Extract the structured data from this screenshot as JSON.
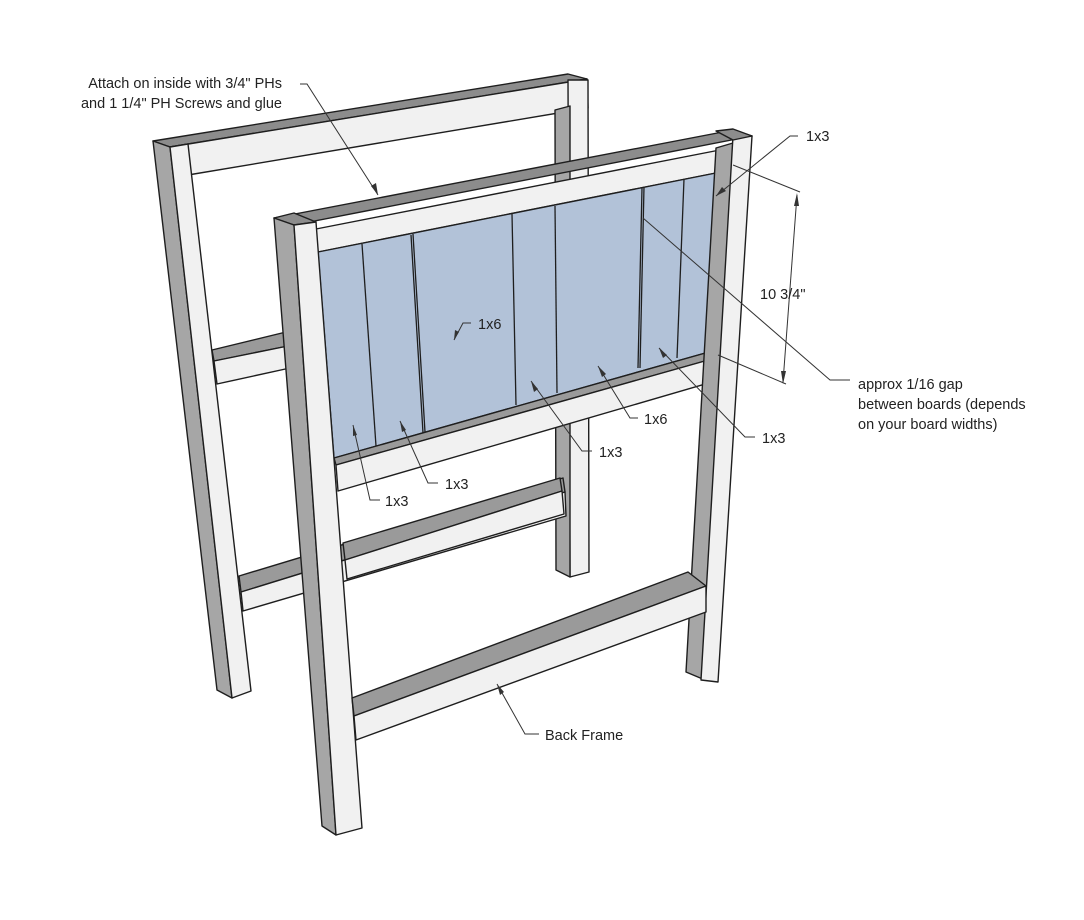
{
  "annotations": {
    "attach_line1": "Attach on inside with 3/4\" PHs",
    "attach_line2": "and 1 1/4\" PH Screws and glue",
    "label_1x3_top_right": "1x3",
    "label_dimension": "10 3/4\"",
    "label_1x6_left": "1x6",
    "label_gap_line1": "approx 1/16 gap",
    "label_gap_line2": "between boards (depends",
    "label_gap_line3": "on your board widths)",
    "label_1x6_right": "1x6",
    "label_1x3_right": "1x3",
    "label_1x3_middle": "1x3",
    "label_1x3_left_upper": "1x3",
    "label_1x3_left_lower": "1x3",
    "label_back_frame": "Back Frame"
  },
  "colors": {
    "panel_fill": "#b2c2d8",
    "frame_face": "#f1f1f1",
    "frame_side": "#a6a6a6",
    "frame_top": "#8c8c8c",
    "outline": "#1e1e1e",
    "leader_line": "#333333"
  }
}
